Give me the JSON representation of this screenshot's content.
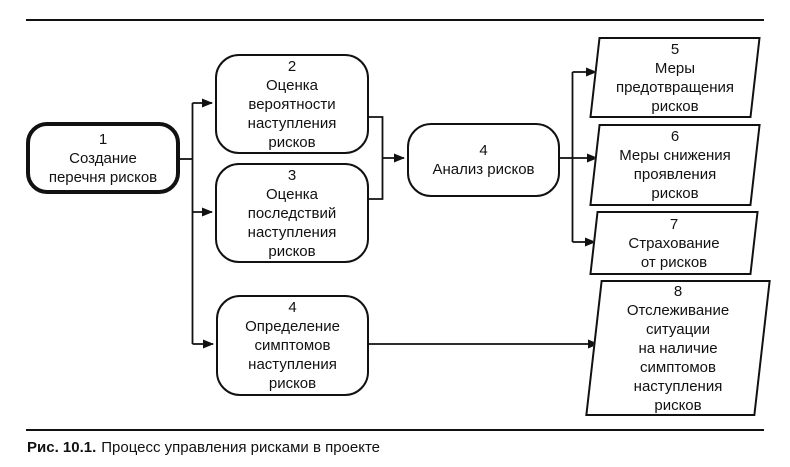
{
  "diagram_type": "flowchart",
  "colors": {
    "line": "#111111",
    "fill": "#ffffff",
    "background": "#ffffff"
  },
  "caption": {
    "label": "Рис. 10.1.",
    "text": "Процесс управления рисками в проекте"
  },
  "nodes": {
    "create_list": {
      "number": "1",
      "label": "Создание\nперечня рисков"
    },
    "probability": {
      "number": "2",
      "label": "Оценка\nвероятности\nнаступления\nрисков"
    },
    "consequences": {
      "number": "3",
      "label": "Оценка\nпоследствий\nнаступления\nрисков"
    },
    "analysis": {
      "number": "4",
      "label": "Анализ рисков"
    },
    "symptoms": {
      "number": "4",
      "label": "Определение\nсимптомов\nнаступления\nрисков"
    },
    "prevention": {
      "number": "5",
      "label": "Меры\nпредотвращения\nрисков"
    },
    "mitigation": {
      "number": "6",
      "label": "Меры снижения\nпроявления\nрисков"
    },
    "insurance": {
      "number": "7",
      "label": "Страхование\nот рисков"
    },
    "monitoring": {
      "number": "8",
      "label": "Отслеживание\nситуации\nна наличие\nсимптомов\nнаступления\nрисков"
    }
  }
}
